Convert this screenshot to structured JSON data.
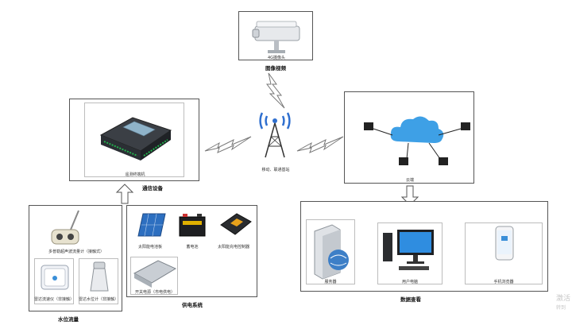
{
  "camera": {
    "caption": "4G摄像头",
    "title": "图像视频"
  },
  "comm": {
    "caption": "遥测终端机",
    "title": "通信设备"
  },
  "tower": {
    "caption": "移动、联通基站"
  },
  "cloud": {
    "caption": "云端"
  },
  "water": {
    "title": "水位流量",
    "radar_flow": "多普勒超声波流量计（接触式）",
    "radar_level": "雷达流速仪（非接触）",
    "radar_gauge": "雷达水位计（非接触）"
  },
  "power": {
    "title": "供电系统",
    "solar": "太阳能电池板",
    "battery": "蓄电池",
    "controller": "太阳能充电控制器",
    "psu": "开关电源（市电供电）"
  },
  "monitor": {
    "title": "数据查看",
    "server": "服务器",
    "pc": "用户电脑",
    "phone": "手机浏览器"
  },
  "watermark": {
    "line1": "激活",
    "line2": "转到"
  },
  "colors": {
    "accent_blue": "#3a8fd8",
    "border": "#555555",
    "cloud": "#3ea0e6"
  }
}
